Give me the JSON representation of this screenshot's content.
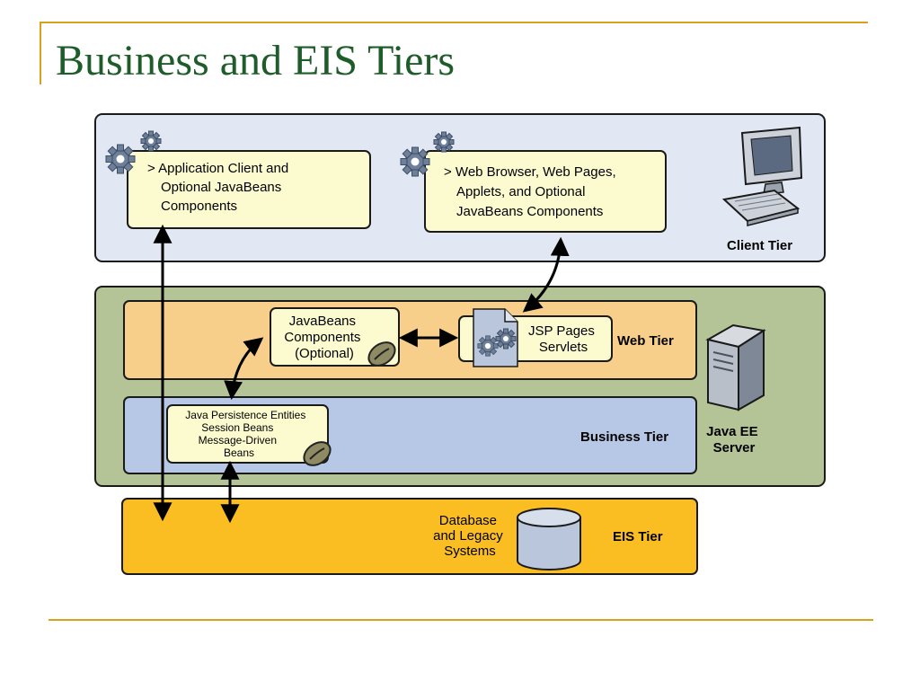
{
  "slide": {
    "title": "Business and EIS Tiers"
  },
  "colors": {
    "title": "#1e5d2a",
    "rule": "#d9a21c",
    "client_tier_bg": "#e1e8f4",
    "server_bg": "#b5c496",
    "web_tier_bg": "#f7cf8a",
    "business_tier_bg": "#b6c8e6",
    "eis_tier_bg": "#fbbe22",
    "component_box": "#fcfbd0"
  },
  "diagram": {
    "client_tier": {
      "label": "Client Tier",
      "app_client": [
        "> Application Client and",
        "Optional JavaBeans",
        "Components"
      ],
      "web_browser": [
        "> Web Browser, Web Pages,",
        "Applets, and Optional",
        "JavaBeans Components"
      ]
    },
    "server": {
      "label": [
        "Java EE",
        "Server"
      ],
      "web_tier": {
        "label": "Web Tier",
        "javabeans": [
          "JavaBeans",
          "Components",
          "(Optional)"
        ],
        "jsp": [
          "JSP Pages",
          "Servlets"
        ]
      },
      "business_tier": {
        "label": "Business Tier",
        "beans": [
          "Java Persistence Entities",
          "Session Beans",
          "Message-Driven",
          "Beans"
        ]
      }
    },
    "eis_tier": {
      "label": "EIS Tier",
      "database": [
        "Database",
        "and Legacy",
        "Systems"
      ]
    }
  }
}
